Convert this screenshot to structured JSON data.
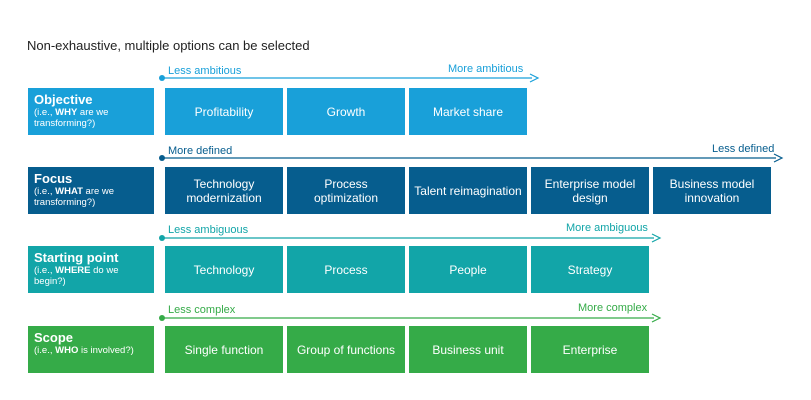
{
  "subtitle": "Non-exhaustive, multiple options can be selected",
  "colors": {
    "objective": "#19a0d9",
    "focus": "#065d8e",
    "starting": "#12a5a8",
    "scope": "#35ab48"
  },
  "rows": [
    {
      "title": "Objective",
      "sub_pre": "(i.e., ",
      "sub_bold": "WHY",
      "sub_post": " are we transforming?)",
      "left_label": "Less ambitious",
      "right_label": "More ambitious",
      "cells": [
        "Profitability",
        "Growth",
        "Market share"
      ]
    },
    {
      "title": "Focus",
      "sub_pre": "(i.e., ",
      "sub_bold": "WHAT",
      "sub_post": " are we transforming?)",
      "left_label": "More defined",
      "right_label": "Less defined",
      "cells": [
        "Technology modernization",
        "Process optimization",
        "Talent reimagination",
        "Enterprise model design",
        "Business model innovation"
      ]
    },
    {
      "title": "Starting point",
      "sub_pre": "(i.e., ",
      "sub_bold": "WHERE",
      "sub_post": " do we begin?)",
      "left_label": "Less ambiguous",
      "right_label": "More ambiguous",
      "cells": [
        "Technology",
        "Process",
        "People",
        "Strategy"
      ]
    },
    {
      "title": "Scope",
      "sub_pre": "(i.e., ",
      "sub_bold": "WHO",
      "sub_post": " is involved?)",
      "left_label": "Less complex",
      "right_label": "More complex",
      "cells": [
        "Single function",
        "Group of functions",
        "Business unit",
        "Enterprise"
      ]
    }
  ]
}
